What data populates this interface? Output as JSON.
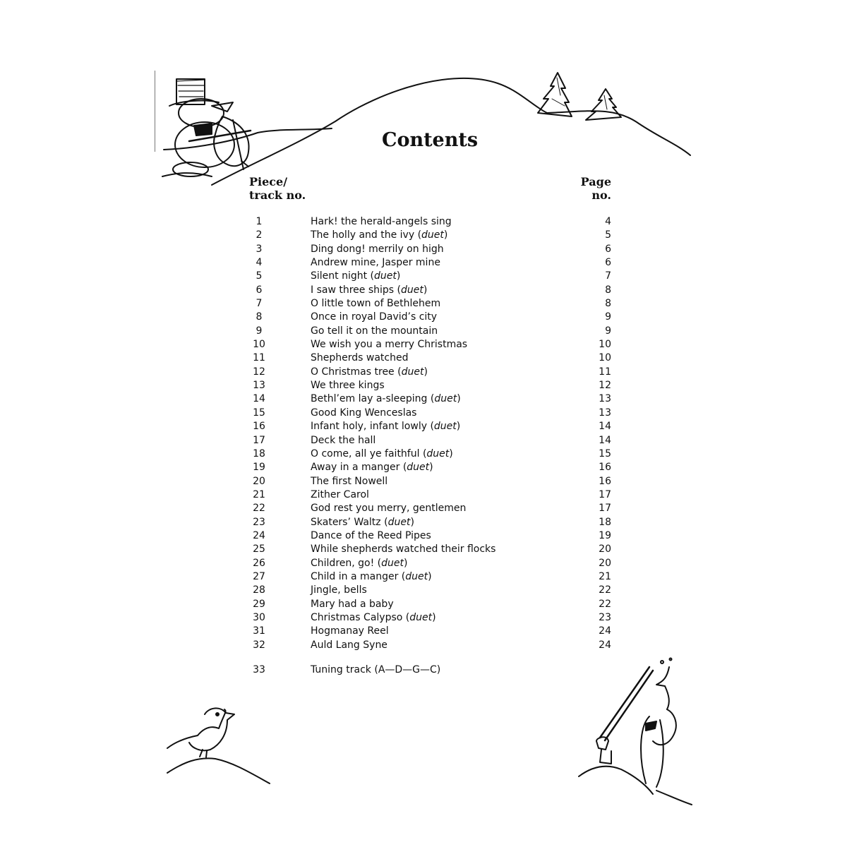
{
  "title": "Contents",
  "header": {
    "piece_line1": "Piece/",
    "piece_line2": "track no.",
    "page_line1": "Page",
    "page_line2": "no."
  },
  "entries": [
    {
      "no": "1",
      "title": "Hark! the herald-angels sing",
      "note": "",
      "page": "4"
    },
    {
      "no": "2",
      "title": "The holly and the ivy",
      "note": "duet",
      "page": "5"
    },
    {
      "no": "3",
      "title": "Ding dong! merrily on high",
      "note": "",
      "page": "6"
    },
    {
      "no": "4",
      "title": "Andrew mine, Jasper mine",
      "note": "",
      "page": "6"
    },
    {
      "no": "5",
      "title": "Silent night",
      "note": "duet",
      "page": "7"
    },
    {
      "no": "6",
      "title": "I saw three ships",
      "note": "duet",
      "page": "8"
    },
    {
      "no": "7",
      "title": "O little town of Bethlehem",
      "note": "",
      "page": "8"
    },
    {
      "no": "8",
      "title": "Once in royal David’s city",
      "note": "",
      "page": "9"
    },
    {
      "no": "9",
      "title": "Go tell it on the mountain",
      "note": "",
      "page": "9"
    },
    {
      "no": "10",
      "title": "We wish you a merry Christmas",
      "note": "",
      "page": "10"
    },
    {
      "no": "11",
      "title": "Shepherds watched",
      "note": "",
      "page": "10"
    },
    {
      "no": "12",
      "title": "O Christmas tree",
      "note": "duet",
      "page": "11"
    },
    {
      "no": "13",
      "title": "We three kings",
      "note": "",
      "page": "12"
    },
    {
      "no": "14",
      "title": "Bethl’em lay a-sleeping",
      "note": "duet",
      "page": "13"
    },
    {
      "no": "15",
      "title": "Good King Wenceslas",
      "note": "",
      "page": "13"
    },
    {
      "no": "16",
      "title": "Infant holy, infant lowly",
      "note": "duet",
      "page": "14"
    },
    {
      "no": "17",
      "title": "Deck the hall",
      "note": "",
      "page": "14"
    },
    {
      "no": "18",
      "title": "O come, all ye faithful",
      "note": "duet",
      "page": "15"
    },
    {
      "no": "19",
      "title": "Away in a manger",
      "note": "duet",
      "page": "16"
    },
    {
      "no": "20",
      "title": "The first Nowell",
      "note": "",
      "page": "16"
    },
    {
      "no": "21",
      "title": "Zither Carol",
      "note": "",
      "page": "17"
    },
    {
      "no": "22",
      "title": "God rest you merry, gentlemen",
      "note": "",
      "page": "17"
    },
    {
      "no": "23",
      "title": "Skaters’ Waltz",
      "note": "duet",
      "page": "18"
    },
    {
      "no": "24",
      "title": "Dance of the Reed Pipes",
      "note": "",
      "page": "19"
    },
    {
      "no": "25",
      "title": "While shepherds watched their flocks",
      "note": "",
      "page": "20"
    },
    {
      "no": "26",
      "title": "Children, go!",
      "note": "duet",
      "page": "20"
    },
    {
      "no": "27",
      "title": "Child in a manger",
      "note": "duet",
      "page": "21"
    },
    {
      "no": "28",
      "title": "Jingle, bells",
      "note": "",
      "page": "22"
    },
    {
      "no": "29",
      "title": "Mary had a baby",
      "note": "",
      "page": "22"
    },
    {
      "no": "30",
      "title": "Christmas Calypso",
      "note": "duet",
      "page": "23"
    },
    {
      "no": "31",
      "title": "Hogmanay Reel",
      "note": "",
      "page": "24"
    },
    {
      "no": "32",
      "title": "Auld Lang Syne",
      "note": "",
      "page": "24"
    }
  ],
  "tuning": {
    "no": "33",
    "title": "Tuning track (A—D—G—C)"
  },
  "illustrations": [
    "snowman-cellist-icon",
    "pine-trees-icon",
    "robin-icon",
    "bird-on-cello-icon"
  ]
}
